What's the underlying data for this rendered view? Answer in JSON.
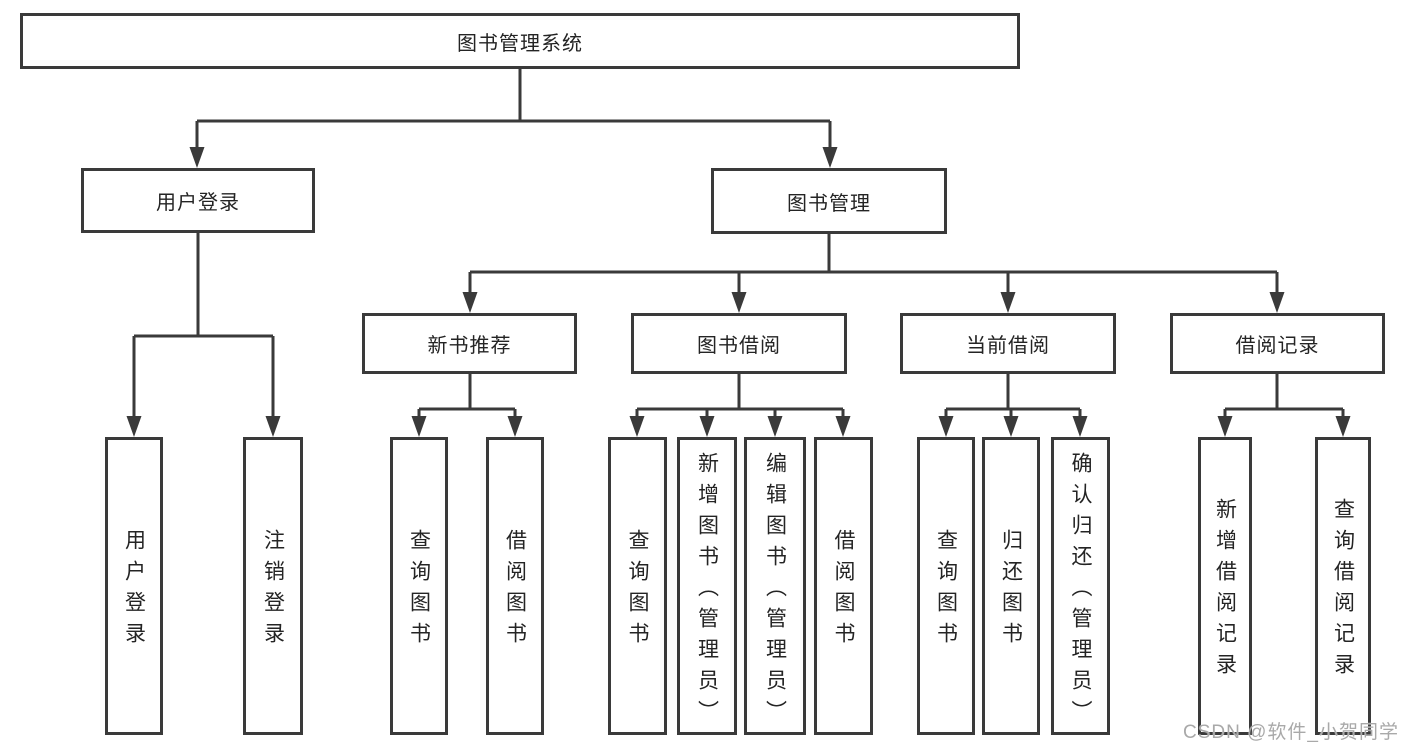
{
  "tree": {
    "root": {
      "label": "图书管理系统",
      "children": [
        {
          "label": "用户登录",
          "children": [
            {
              "label": "用户登录"
            },
            {
              "label": "注销登录"
            }
          ]
        },
        {
          "label": "图书管理",
          "children": [
            {
              "label": "新书推荐",
              "children": [
                {
                  "label": "查询图书"
                },
                {
                  "label": "借阅图书"
                }
              ]
            },
            {
              "label": "图书借阅",
              "children": [
                {
                  "label": "查询图书"
                },
                {
                  "label": "新增图书（管理员）"
                },
                {
                  "label": "编辑图书（管理员）"
                },
                {
                  "label": "借阅图书"
                }
              ]
            },
            {
              "label": "当前借阅",
              "children": [
                {
                  "label": "查询图书"
                },
                {
                  "label": "归还图书"
                },
                {
                  "label": "确认归还（管理员）"
                }
              ]
            },
            {
              "label": "借阅记录",
              "children": [
                {
                  "label": "新增借阅记录"
                },
                {
                  "label": "查询借阅记录"
                }
              ]
            }
          ]
        }
      ]
    }
  },
  "watermark": {
    "text": "CSDN @软件_小贺同学"
  },
  "colors": {
    "line": "#3a3a3a",
    "box_border": "#3a3a3a",
    "text": "#242424",
    "watermark": "#a9a9a9",
    "background": "#ffffff"
  }
}
